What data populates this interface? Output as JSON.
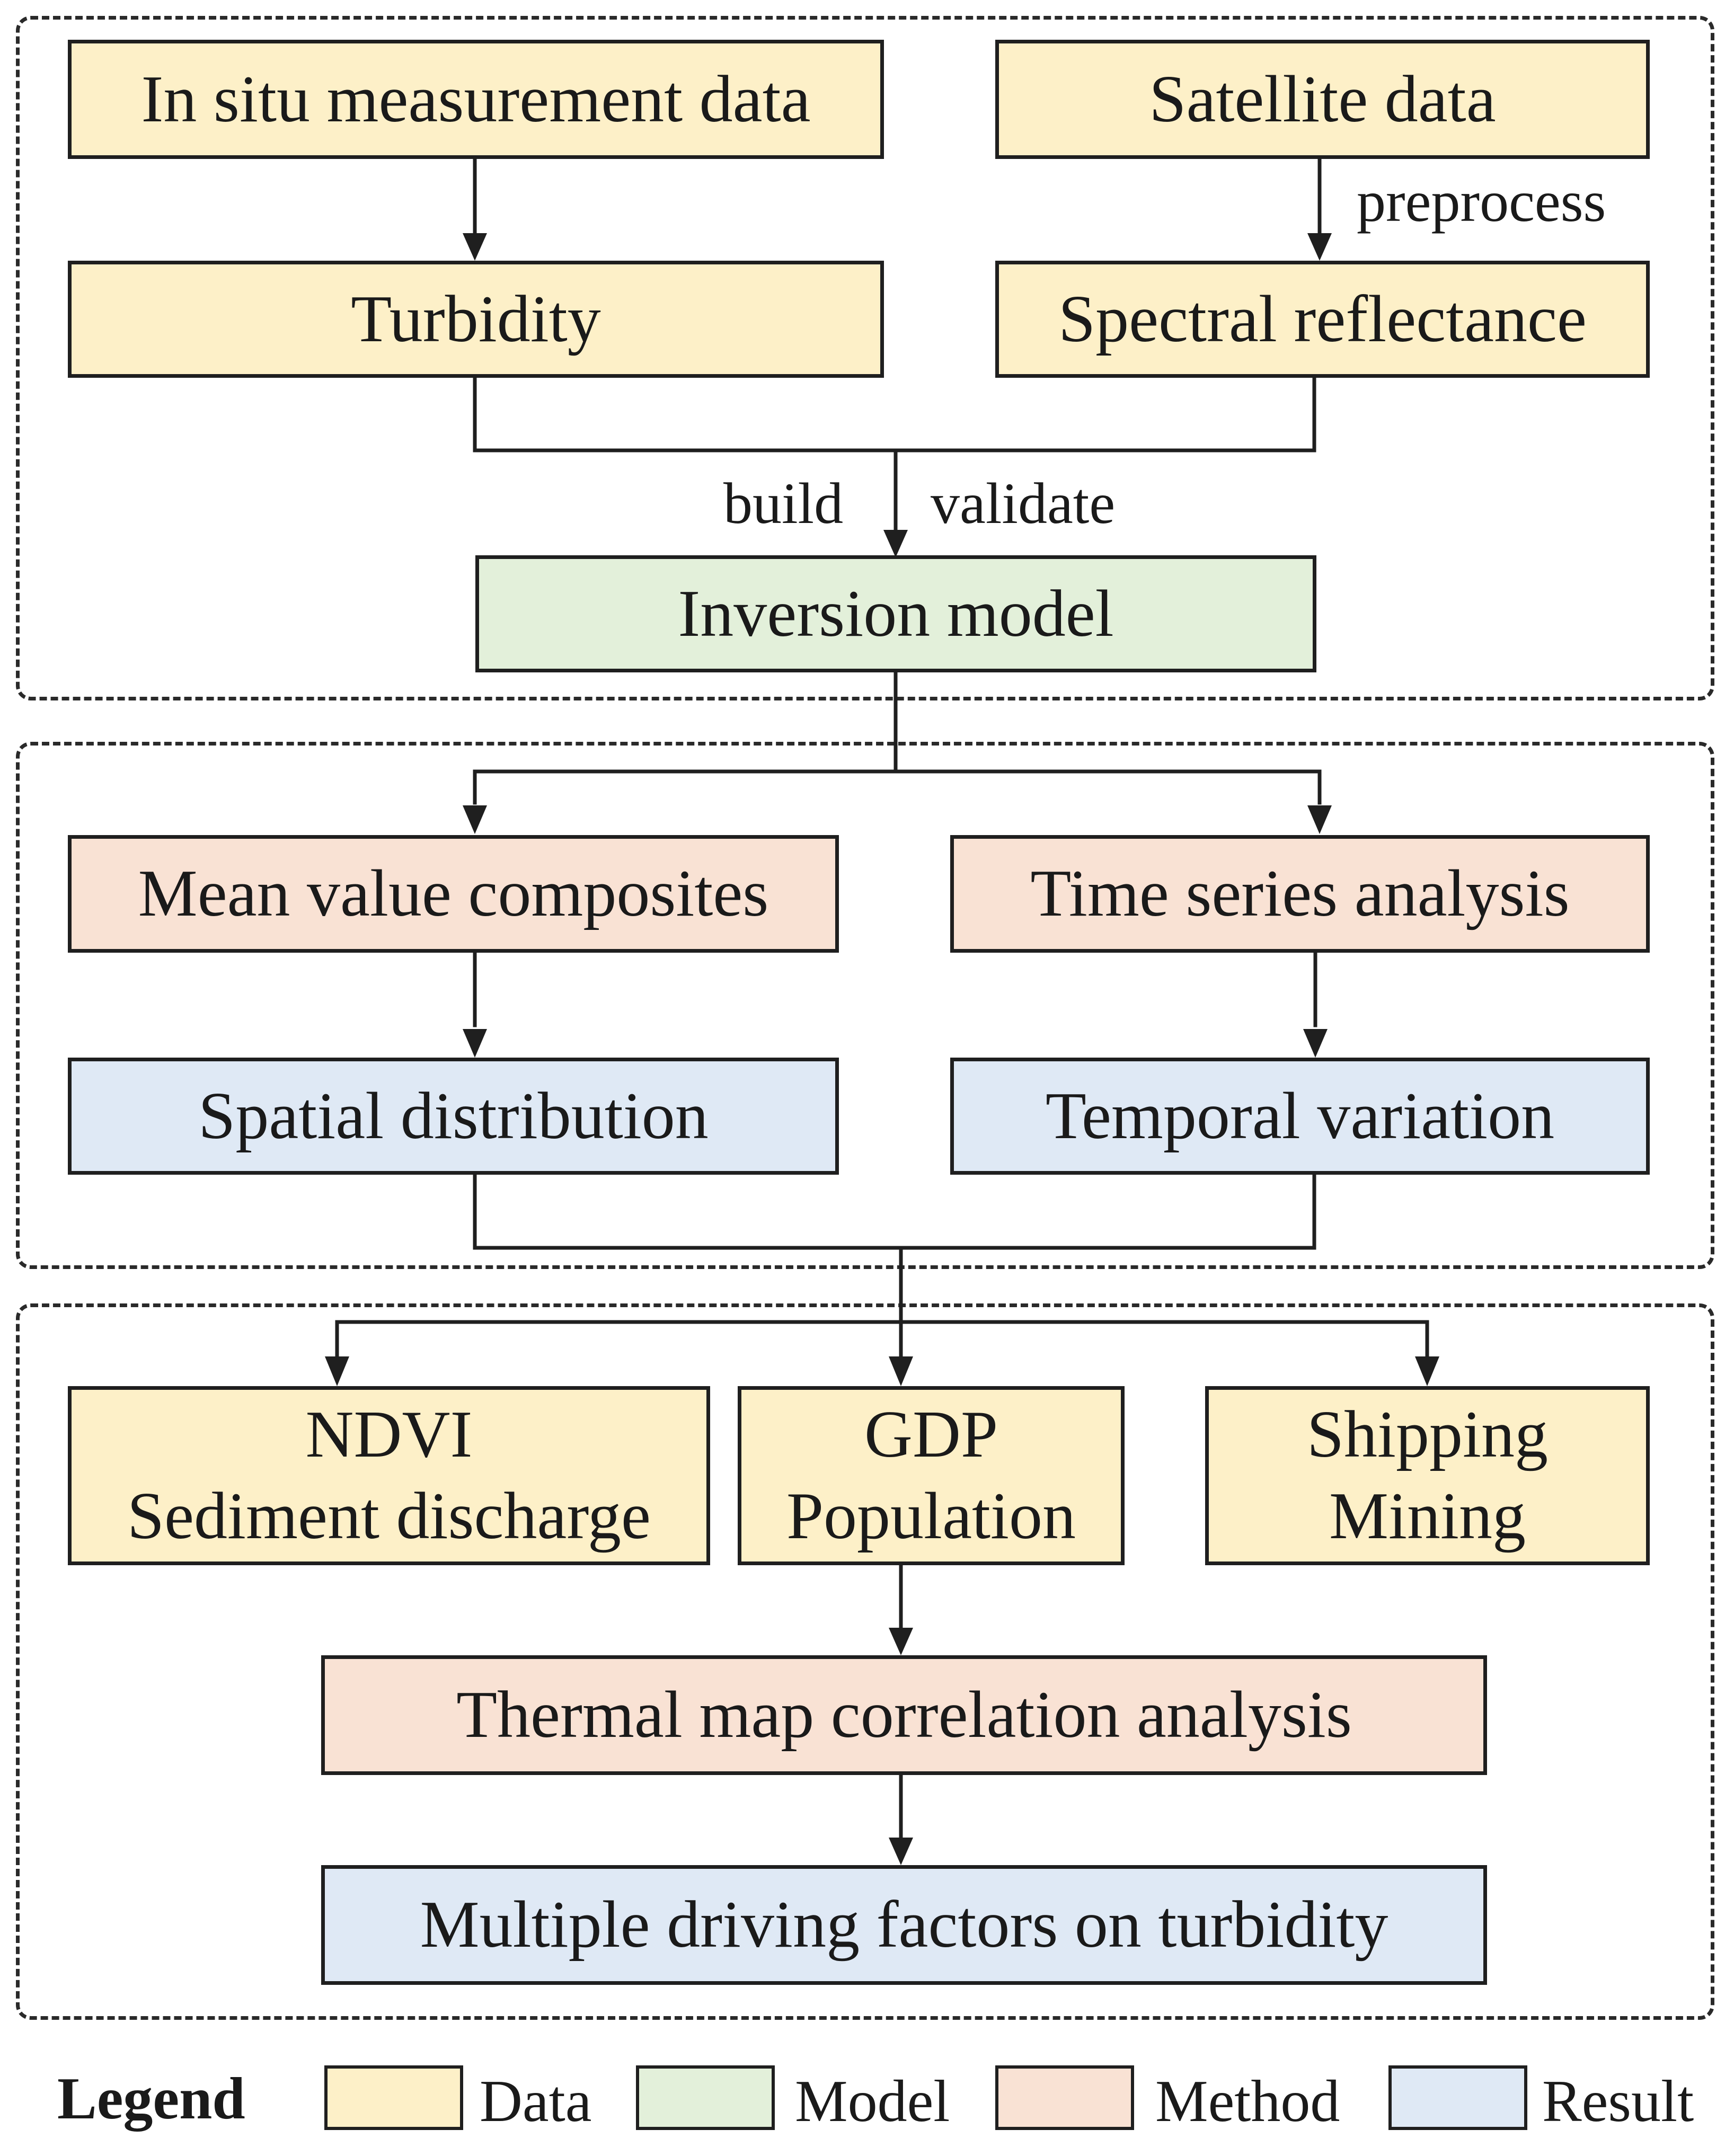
{
  "colors": {
    "data": "#fdf0c8",
    "model": "#e3f0da",
    "method": "#f9e2d4",
    "result": "#dfe9f5",
    "line": "#1f1f1f"
  },
  "nodes": {
    "in_situ": "In situ measurement data",
    "satellite": "Satellite data",
    "turbidity": "Turbidity",
    "spectral": "Spectral reflectance",
    "inversion": "Inversion model",
    "mean_composites": "Mean value composites",
    "time_series": "Time series analysis",
    "spatial": "Spatial distribution",
    "temporal": "Temporal variation",
    "ndvi": "NDVI",
    "sediment": "Sediment discharge",
    "gdp": "GDP",
    "population": "Population",
    "shipping": "Shipping",
    "mining": "Mining",
    "thermal": "Thermal map correlation analysis",
    "drivers": "Multiple driving factors on turbidity"
  },
  "edge_labels": {
    "preprocess": "preprocess",
    "build": "build",
    "validate": "validate"
  },
  "legend": {
    "title": "Legend",
    "items": [
      "Data",
      "Model",
      "Method",
      "Result"
    ]
  }
}
